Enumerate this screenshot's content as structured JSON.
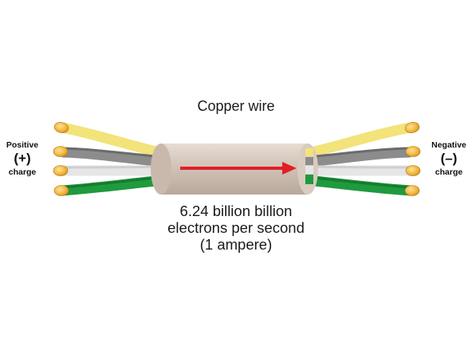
{
  "title": "Copper wire",
  "electron_rate": {
    "line1": "6.24 billion billion",
    "line2": "electrons per second",
    "line3": "(1 ampere)"
  },
  "positive": {
    "word": "Positive",
    "symbol": "(+)",
    "word2": "charge"
  },
  "negative": {
    "word": "Negative",
    "symbol": "(–)",
    "word2": "charge"
  },
  "colors": {
    "sheath": "#cdbfb4",
    "arrow": "#e02026",
    "copper": "#f2b63c",
    "wire_yellow": "#f2e37a",
    "wire_gray": "#8c8c8c",
    "wire_white": "#e6e6e6",
    "wire_green": "#1f9a3e"
  }
}
